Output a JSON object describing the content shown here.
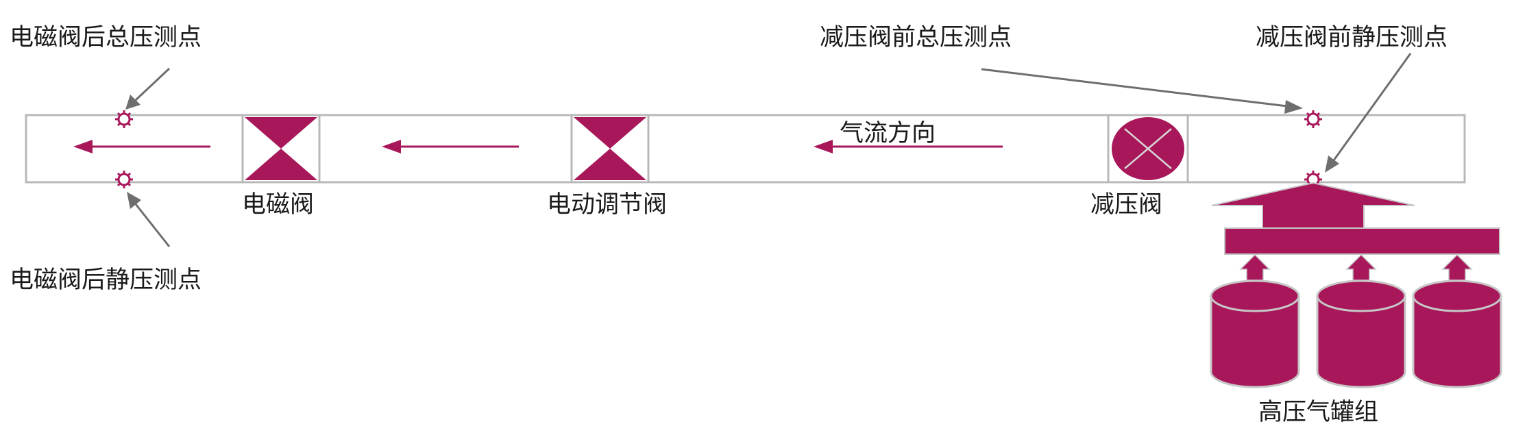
{
  "labels": {
    "sv_total": "电磁阀后总压测点",
    "sv_static": "电磁阀后静压测点",
    "prv_total": "减压阀前总压测点",
    "prv_static": "减压阀前静压测点",
    "solenoid_valve": "电磁阀",
    "electric_valve": "电动调节阀",
    "pressure_reducing_valve": "减压阀",
    "flow_direction": "气流方向",
    "tank_group": "高压气罐组"
  },
  "colors": {
    "accent": "#A8175A",
    "pipe_stroke": "#B8B8B8",
    "leader_arrow": "#6E6E6E",
    "text": "#1A1A1A"
  }
}
